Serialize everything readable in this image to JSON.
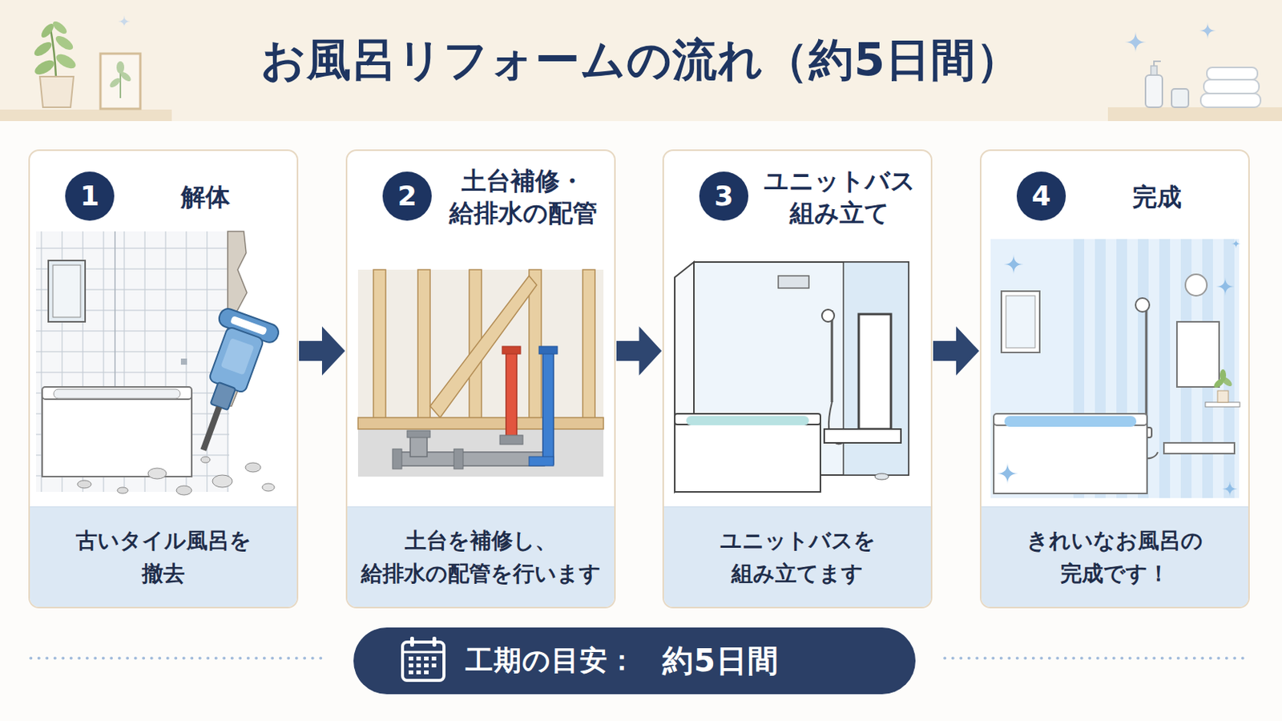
{
  "diagram": {
    "title": "お風呂リフォームの流れ（約5日間）",
    "nodes": [
      {
        "text": [
          "解体"
        ]
      },
      {
        "text": [
          "1"
        ],
        "in": 0
      },
      {
        "text": [
          "古いタイル風呂を 撤去"
        ],
        "in": 0
      },
      {
        "text": [
          "土台補修・ 給排水の配管"
        ]
      },
      {
        "text": [
          "2"
        ],
        "in": 3
      },
      {
        "text": [
          "土台を補修し、 給排水の配管を行います"
        ],
        "in": 3
      },
      {
        "text": [
          "ユニットバス 組み立て"
        ]
      },
      {
        "text": [
          "3"
        ],
        "in": 6
      },
      {
        "text": [
          "ユニットバスを 組み立てます"
        ],
        "in": 6
      },
      {
        "text": [
          "完成"
        ]
      },
      {
        "text": [
          "4"
        ],
        "in": 9
      },
      {
        "text": [
          "きれいなお風呂の 完成です！"
        ],
        "in": 9
      },
      {
        "text": [
          "工期の目安：",
          "約5日間"
        ]
      }
    ],
    "edges": [
      {
        "from": 0,
        "to": 3,
        "arrow": "to"
      },
      {
        "from": 3,
        "to": 6,
        "arrow": "to"
      },
      {
        "from": 6,
        "to": 9,
        "arrow": "to"
      }
    ]
  }
}
